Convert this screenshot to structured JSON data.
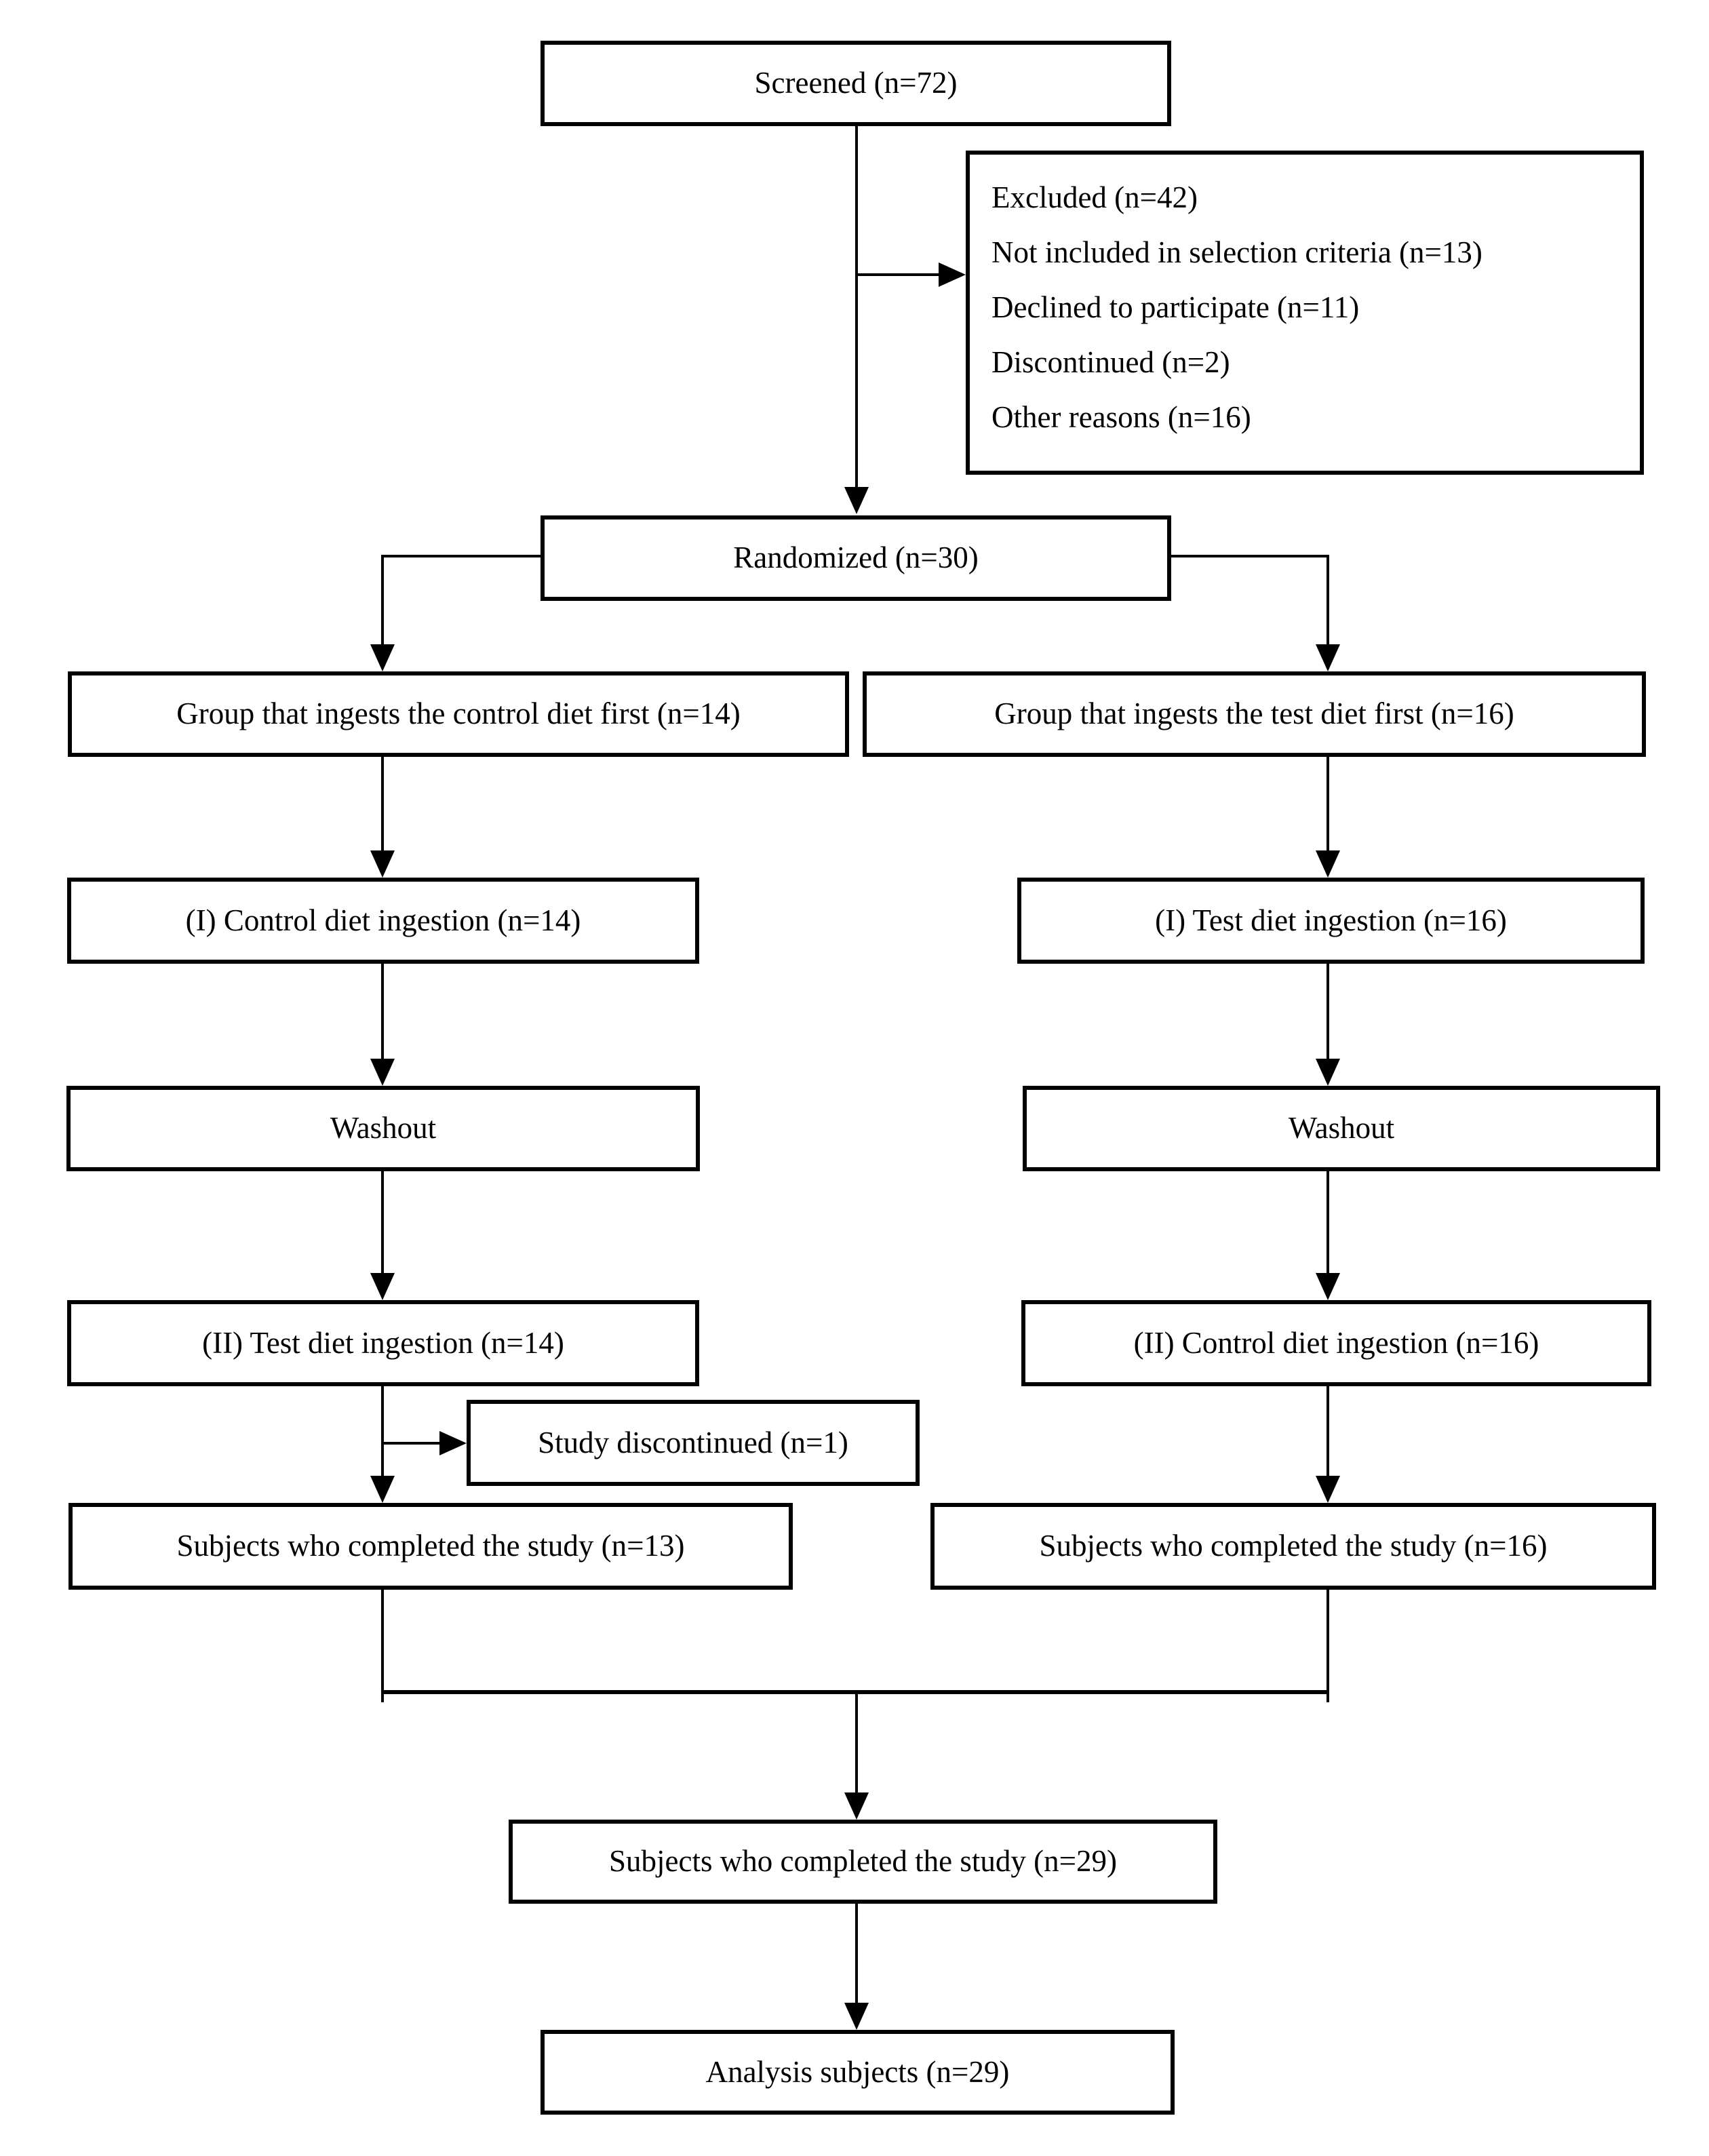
{
  "colors": {
    "ink": "#000000",
    "paper": "#ffffff"
  },
  "nodes": {
    "screened": {
      "label": "Screened (n=72)"
    },
    "excluded": {
      "lines": [
        "Excluded (n=42)",
        "Not included in selection criteria (n=13)",
        "Declined to participate (n=11)",
        "Discontinued (n=2)",
        "Other reasons (n=16)"
      ]
    },
    "randomized": {
      "label": "Randomized (n=30)"
    },
    "group_control_first": {
      "label": "Group that ingests the control diet first (n=14)"
    },
    "group_test_first": {
      "label": "Group that ingests the test diet first (n=16)"
    },
    "control_diet_ingestion_1": {
      "label": "(I) Control diet ingestion (n=14)"
    },
    "test_diet_ingestion_1": {
      "label": "(I) Test diet ingestion (n=16)"
    },
    "washout_left": {
      "label": "Washout"
    },
    "washout_right": {
      "label": "Washout"
    },
    "test_diet_ingestion_2": {
      "label": "(II) Test diet ingestion (n=14)"
    },
    "control_diet_ingestion_2": {
      "label": "(II) Control diet ingestion (n=16)"
    },
    "study_discontinued": {
      "label": "Study discontinued (n=1)"
    },
    "completed_control_first": {
      "label": "Subjects who completed the study (n=13)"
    },
    "completed_test_first": {
      "label": "Subjects who completed the study (n=16)"
    },
    "completed_total": {
      "label": "Subjects who completed the study (n=29)"
    },
    "analysis": {
      "label": "Analysis subjects (n=29)"
    }
  }
}
